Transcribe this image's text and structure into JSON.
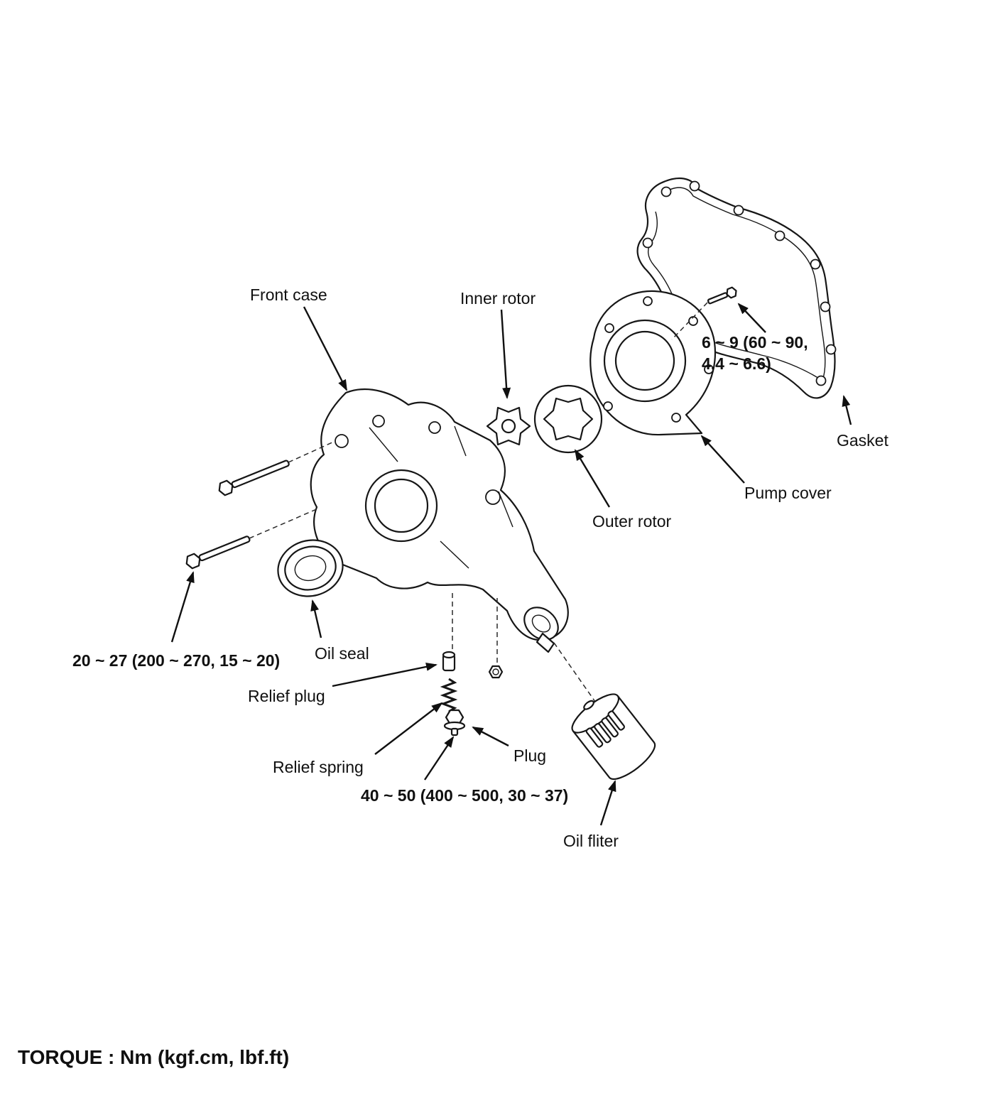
{
  "page": {
    "background": "#ffffff",
    "ink": "#101010"
  },
  "labels": {
    "front_case": "Front case",
    "inner_rotor": "Inner rotor",
    "outer_rotor": "Outer rotor",
    "pump_cover": "Pump cover",
    "gasket": "Gasket",
    "oil_seal": "Oil seal",
    "relief_plug": "Relief plug",
    "relief_spring": "Relief spring",
    "plug": "Plug",
    "oil_filter": "Oil fliter"
  },
  "torques": {
    "pump_cover_bolt_line1": "6 ~ 9 (60 ~ 90,",
    "pump_cover_bolt_line2": "4.4 ~ 6.6)",
    "front_case_bolt": "20 ~ 27 (200 ~ 270, 15 ~ 20)",
    "plug": "40 ~ 50 (400 ~ 500, 30 ~ 37)"
  },
  "footer": {
    "torque_note": "TORQUE :  Nm (kgf.cm, lbf.ft)"
  }
}
